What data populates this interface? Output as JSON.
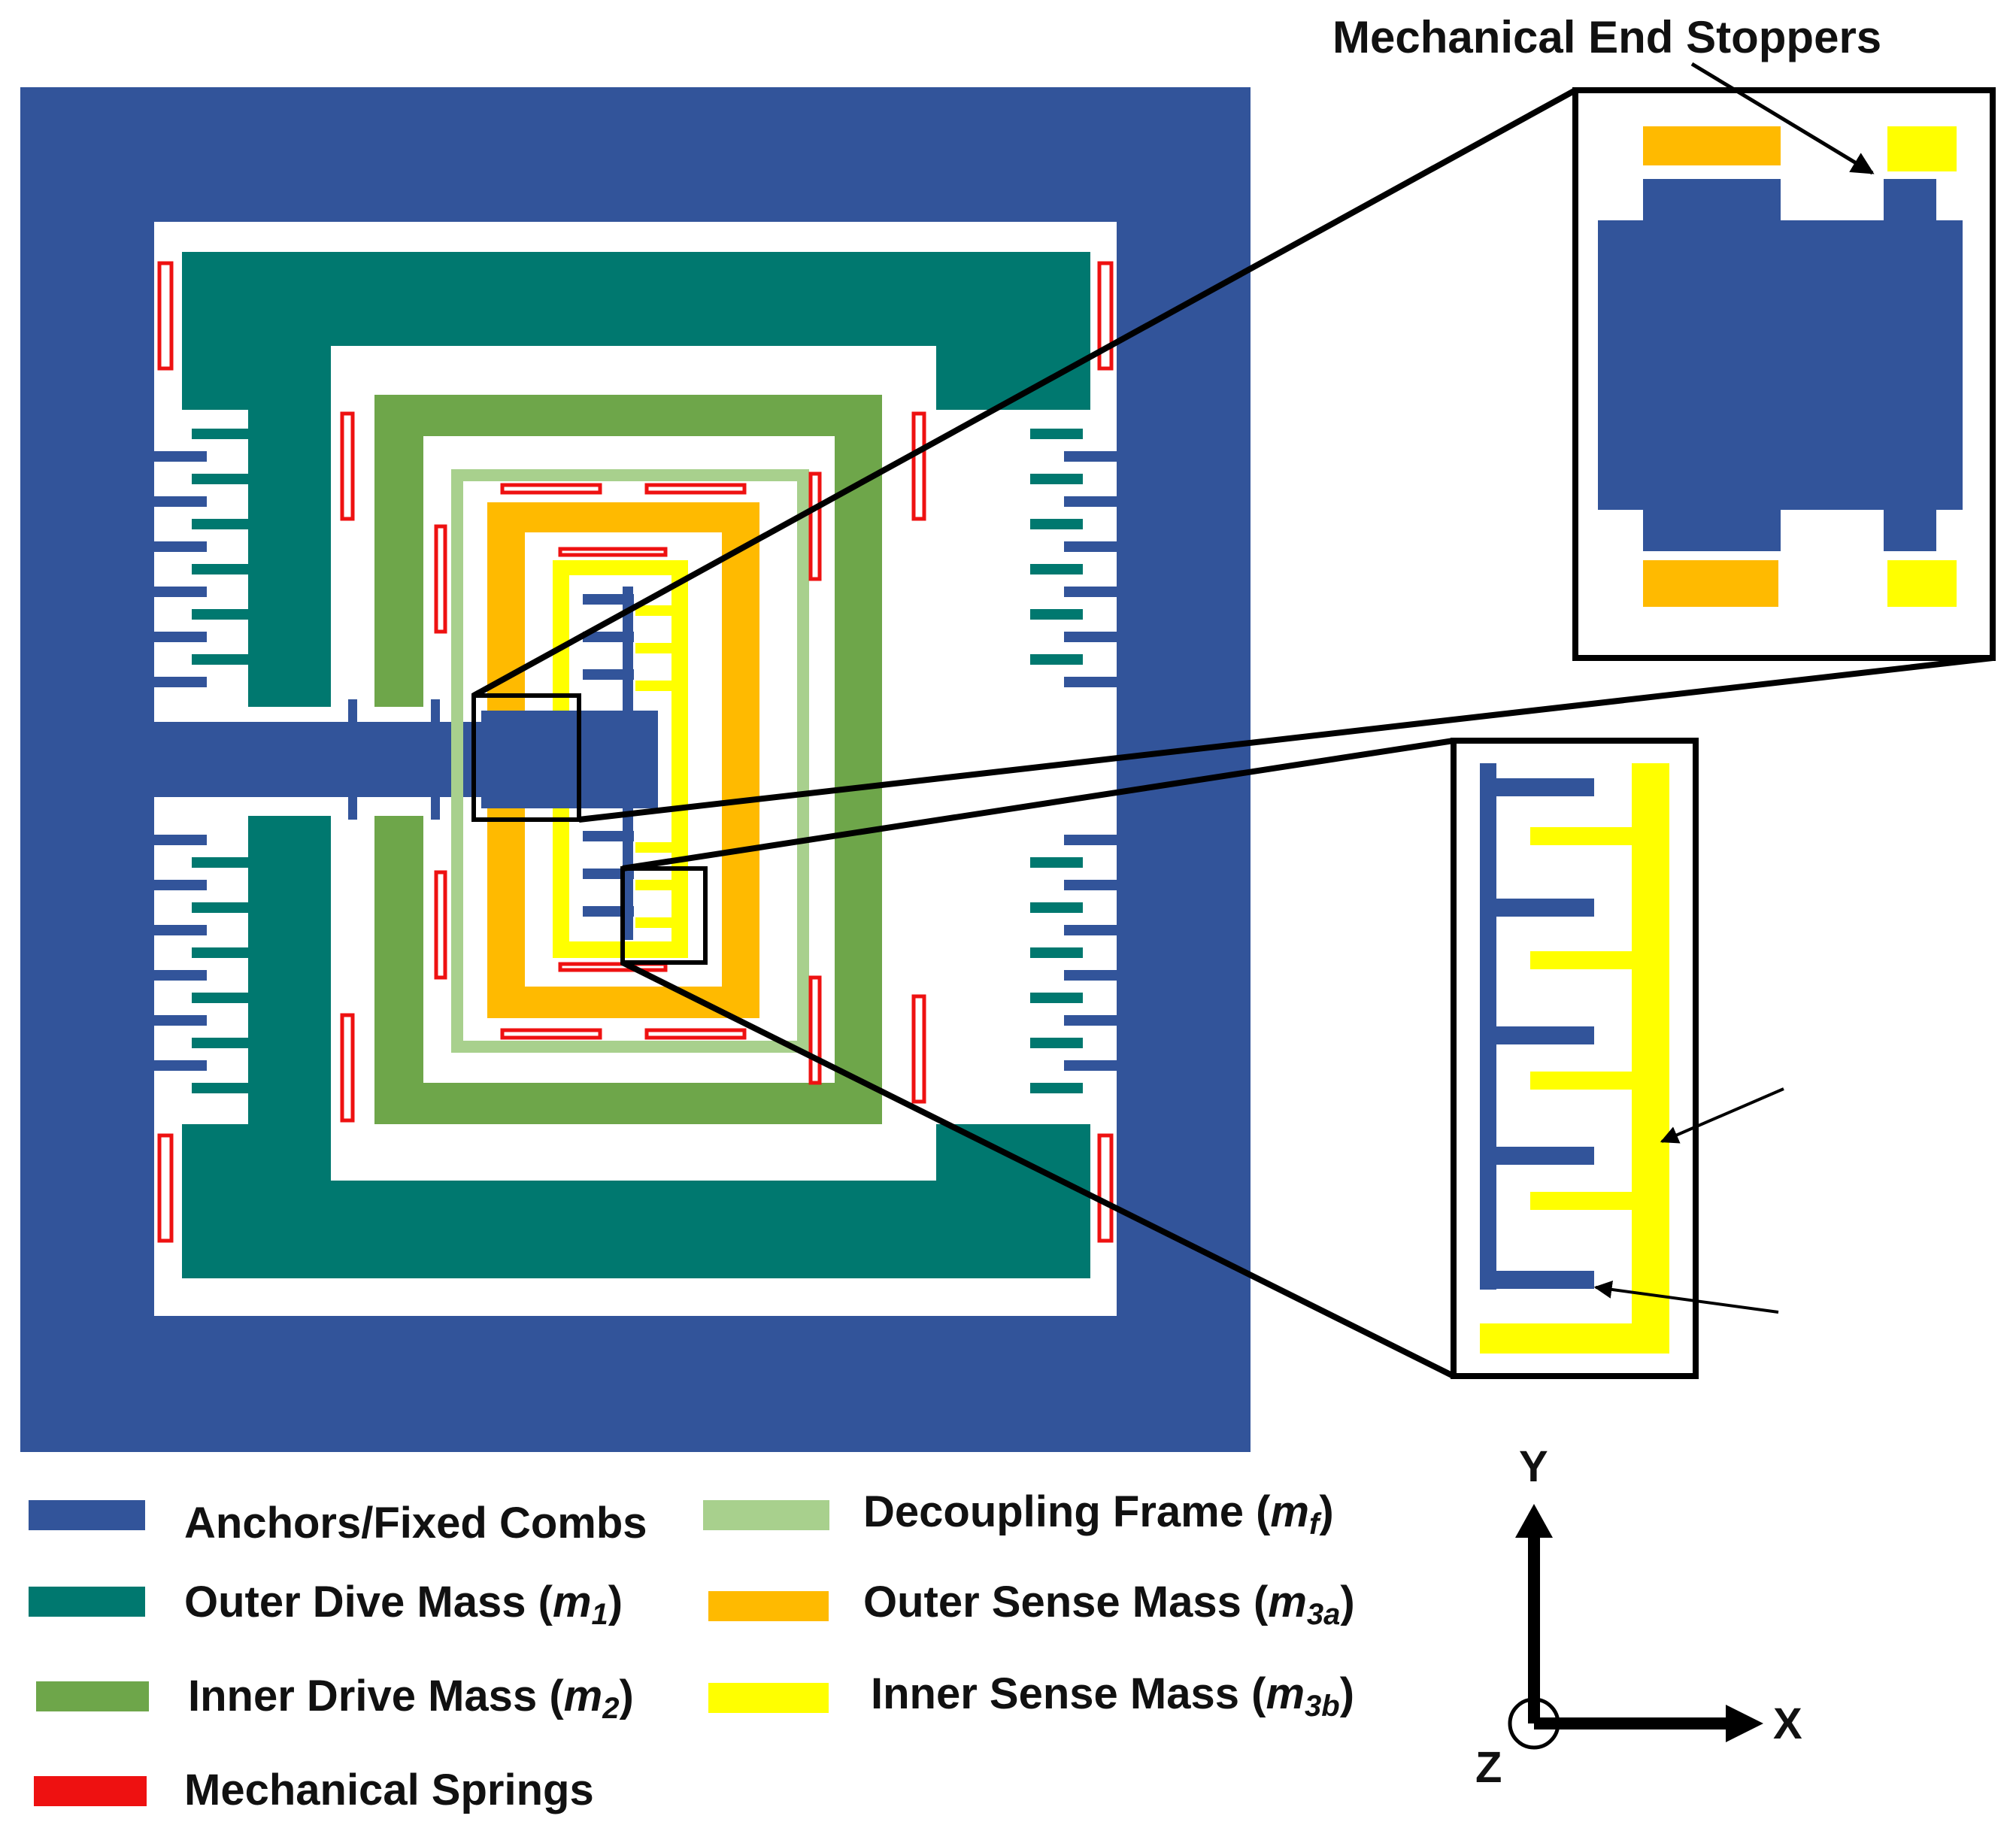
{
  "callout": {
    "title": "Mechanical End Stoppers"
  },
  "legend": {
    "items": [
      {
        "label": "Anchors/Fixed Combs",
        "color": "#32549a"
      },
      {
        "label": "Outer Dive Mass",
        "symbol": "m",
        "sub": "1",
        "color": "#00786f"
      },
      {
        "label": "Inner Drive Mass",
        "symbol": "m",
        "sub": "2",
        "color": "#6ea64a"
      },
      {
        "label": "Mechanical Springs",
        "color": "#ee1111"
      },
      {
        "label": "Decoupling Frame",
        "symbol": "m",
        "sub": "f",
        "color": "#a8d08d"
      },
      {
        "label": "Outer Sense Mass",
        "symbol": "m",
        "sub": "3a",
        "color": "#ffba00"
      },
      {
        "label": "Inner Sense Mass",
        "symbol": "m",
        "sub": "3b",
        "color": "#ffff00"
      }
    ]
  },
  "axes": {
    "y": "Y",
    "x": "X",
    "z": "Z"
  }
}
